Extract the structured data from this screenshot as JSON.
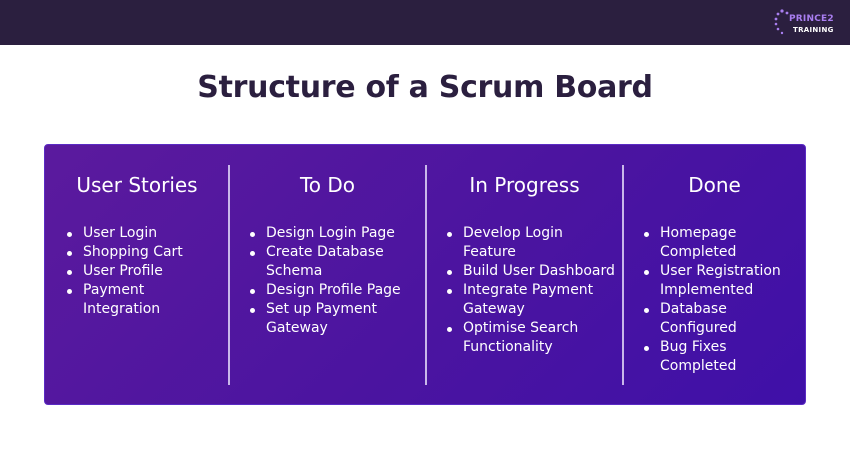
{
  "header": {
    "logo_line1": "PRINCE2",
    "logo_line2": "TRAINING"
  },
  "title": "Structure of a Scrum Board",
  "board": {
    "columns": [
      {
        "title": "User Stories",
        "items": [
          "User Login",
          "Shopping Cart",
          "User Profile",
          "Payment Integration"
        ]
      },
      {
        "title": "To Do",
        "items": [
          "Design Login Page",
          "Create Database Schema",
          "Design Profile Page",
          "Set up Payment Gateway"
        ]
      },
      {
        "title": "In Progress",
        "items": [
          "Develop Login Feature",
          "Build User Dashboard",
          "Integrate Payment Gateway",
          "Optimise Search Functionality"
        ]
      },
      {
        "title": "Done",
        "items": [
          "Homepage Completed",
          "User Registration Implemented",
          "Database Configured",
          "Bug Fixes Completed"
        ]
      }
    ]
  },
  "colors": {
    "header_bg": "#2b1f3f",
    "title": "#2b1f3f",
    "board_bg": "#4b14a0",
    "logo_accent": "#a97ef0"
  }
}
